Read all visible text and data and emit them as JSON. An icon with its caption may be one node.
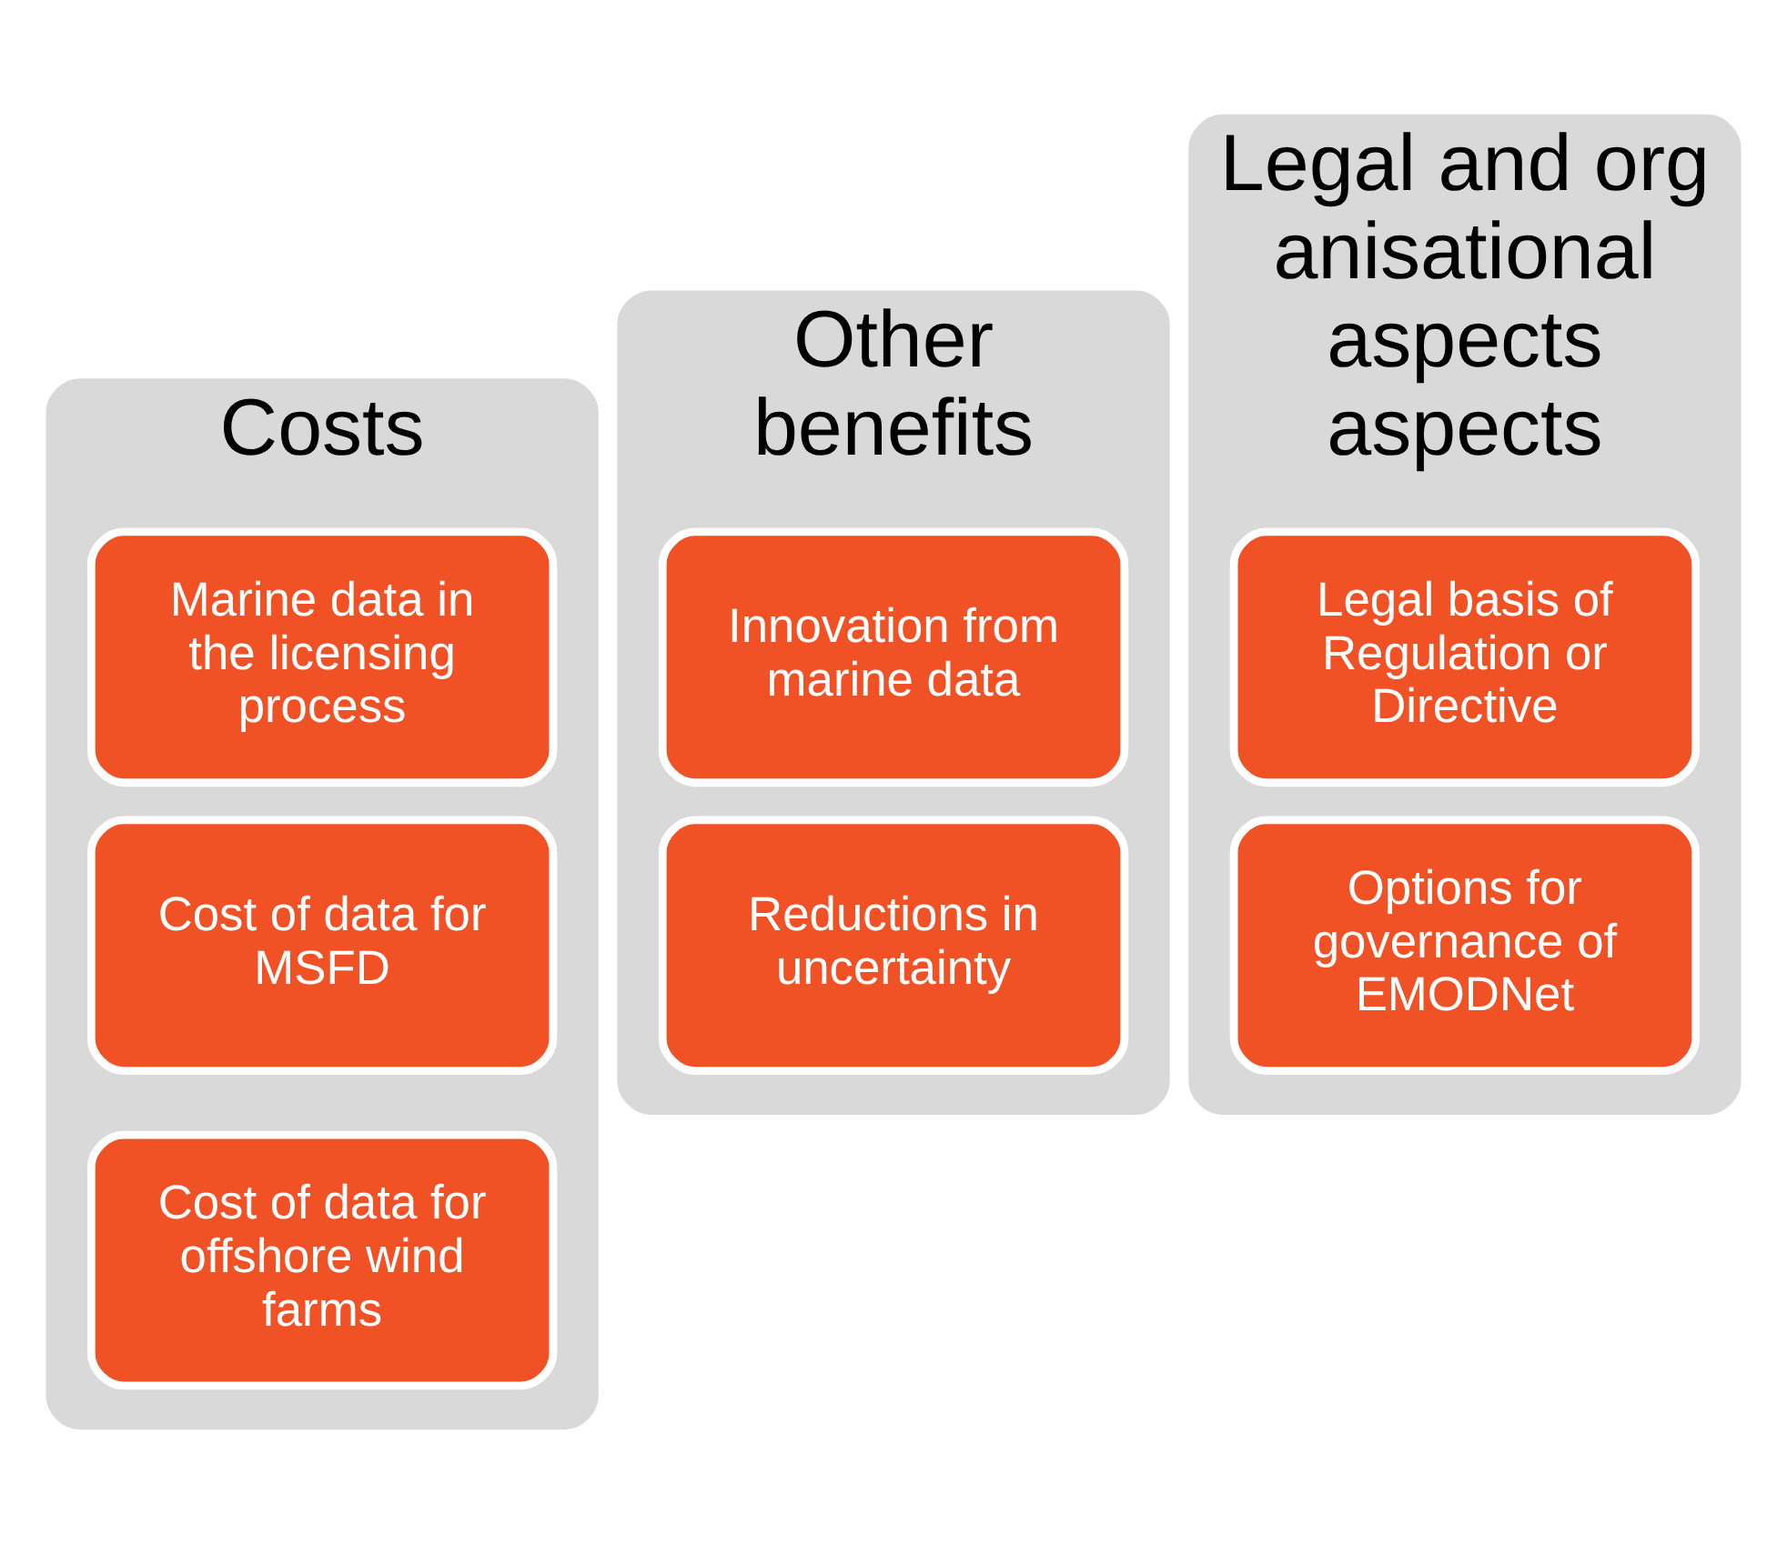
{
  "diagram": {
    "nodes": [
      {
        "text": [
          "Costs"
        ]
      },
      {
        "text": [
          "Marine data in the licensing process"
        ],
        "in": 0
      },
      {
        "text": [
          "Cost of data for MSFD"
        ],
        "in": 0
      },
      {
        "text": [
          "Cost of data for offshore wind farms"
        ],
        "in": 0
      },
      {
        "text": [
          "Other benefits"
        ]
      },
      {
        "text": [
          "Innovation from marine data"
        ],
        "in": 4
      },
      {
        "text": [
          "Reductions in uncertainty"
        ],
        "in": 4
      },
      {
        "text": [
          "Legal and organisational aspects aspects"
        ]
      },
      {
        "text": [
          "Legal basis of Regulation or Directive"
        ],
        "in": 7
      },
      {
        "text": [
          "Options for governance of EMODNet"
        ],
        "in": 7
      }
    ]
  }
}
